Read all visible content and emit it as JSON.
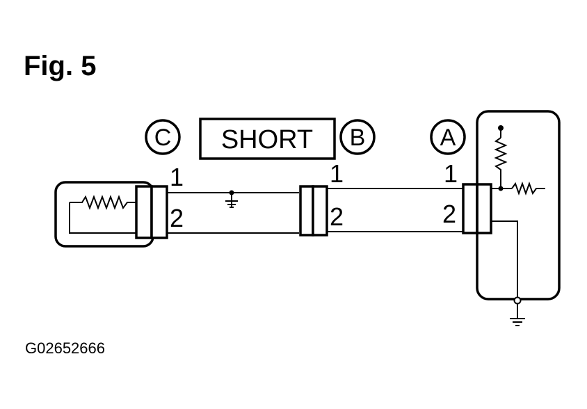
{
  "figure": {
    "title": "Fig. 5",
    "code": "G02652666"
  },
  "labels": {
    "connector_c": "C",
    "connector_b": "B",
    "connector_a": "A",
    "short": "SHORT"
  },
  "pins": {
    "c_pin1": "1",
    "c_pin2": "2",
    "b_pin1": "1",
    "b_pin2": "2",
    "a_pin1": "1",
    "a_pin2": "2"
  }
}
